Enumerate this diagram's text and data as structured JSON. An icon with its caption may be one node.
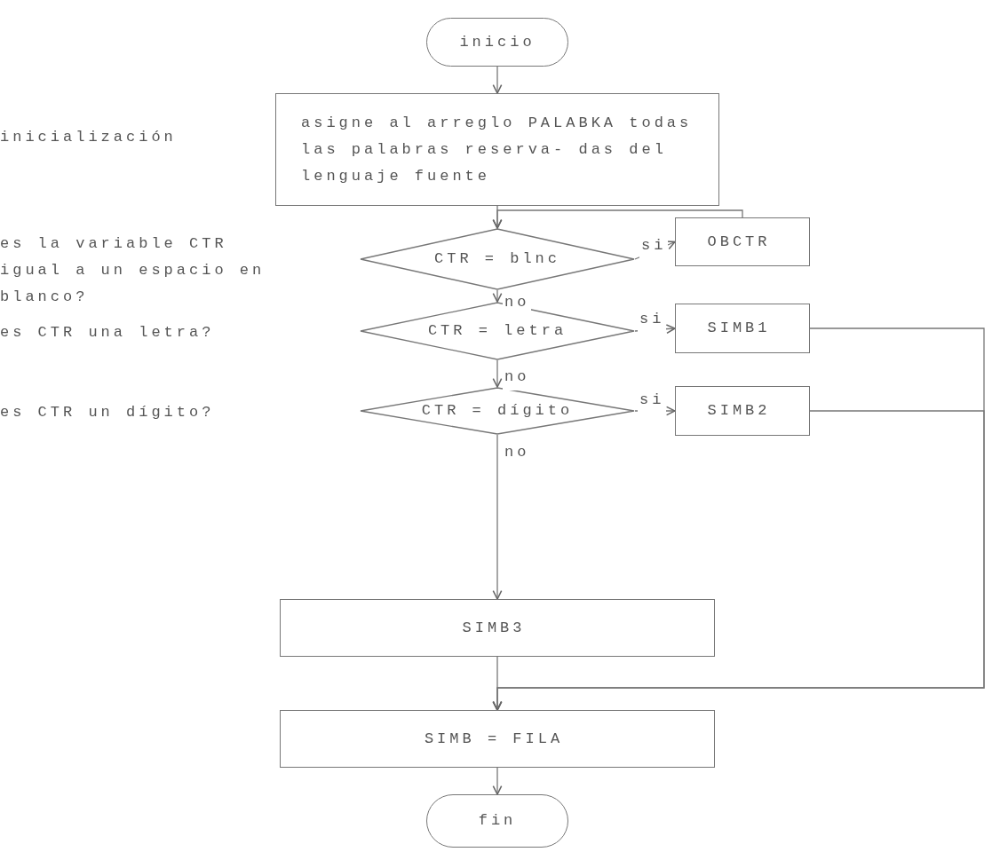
{
  "diagram": {
    "nodes": [
      {
        "text": [
          "inicio"
        ]
      },
      {
        "text": [
          "asigne al arreglo PALABKA todas las palabras reserva- das del lenguaje fuente"
        ]
      },
      {
        "text": [
          "CTR = blnc"
        ]
      },
      {
        "text": [
          "OBCTR"
        ]
      },
      {
        "text": [
          "CTR = letra"
        ]
      },
      {
        "text": [
          "SIMB1"
        ]
      },
      {
        "text": [
          "CTR = dígito"
        ]
      },
      {
        "text": [
          "SIMB2"
        ]
      },
      {
        "text": [
          "SIMB3"
        ]
      },
      {
        "text": [
          "SIMB = FILA"
        ]
      },
      {
        "text": [
          "fin"
        ]
      }
    ],
    "edges": [
      {
        "from": 0,
        "to": 1,
        "arrow": "to"
      },
      {
        "from": 1,
        "to": 2,
        "arrow": "to"
      },
      {
        "from": 2,
        "to": 3,
        "arrow": "to",
        "label": "si"
      },
      {
        "from": 3,
        "to": 2,
        "arrow": "to"
      },
      {
        "from": 2,
        "to": 4,
        "arrow": "to",
        "label": "no"
      },
      {
        "from": 4,
        "to": 5,
        "arrow": "to",
        "label": "si"
      },
      {
        "from": 4,
        "to": 6,
        "arrow": "to",
        "label": "no"
      },
      {
        "from": 6,
        "to": 7,
        "arrow": "to",
        "label": "si"
      },
      {
        "from": 6,
        "to": 8,
        "arrow": "to",
        "label": "no"
      },
      {
        "from": 5,
        "to": 9,
        "arrow": "to"
      },
      {
        "from": 7,
        "to": 9,
        "arrow": "to"
      },
      {
        "from": 8,
        "to": 9,
        "arrow": "to"
      },
      {
        "from": 9,
        "to": 10,
        "arrow": "to"
      }
    ],
    "labels": [
      "inicialización",
      "es la variable CTR igual a un espacio en blanco?",
      "es CTR una letra?",
      "es CTR un dígito?"
    ]
  }
}
